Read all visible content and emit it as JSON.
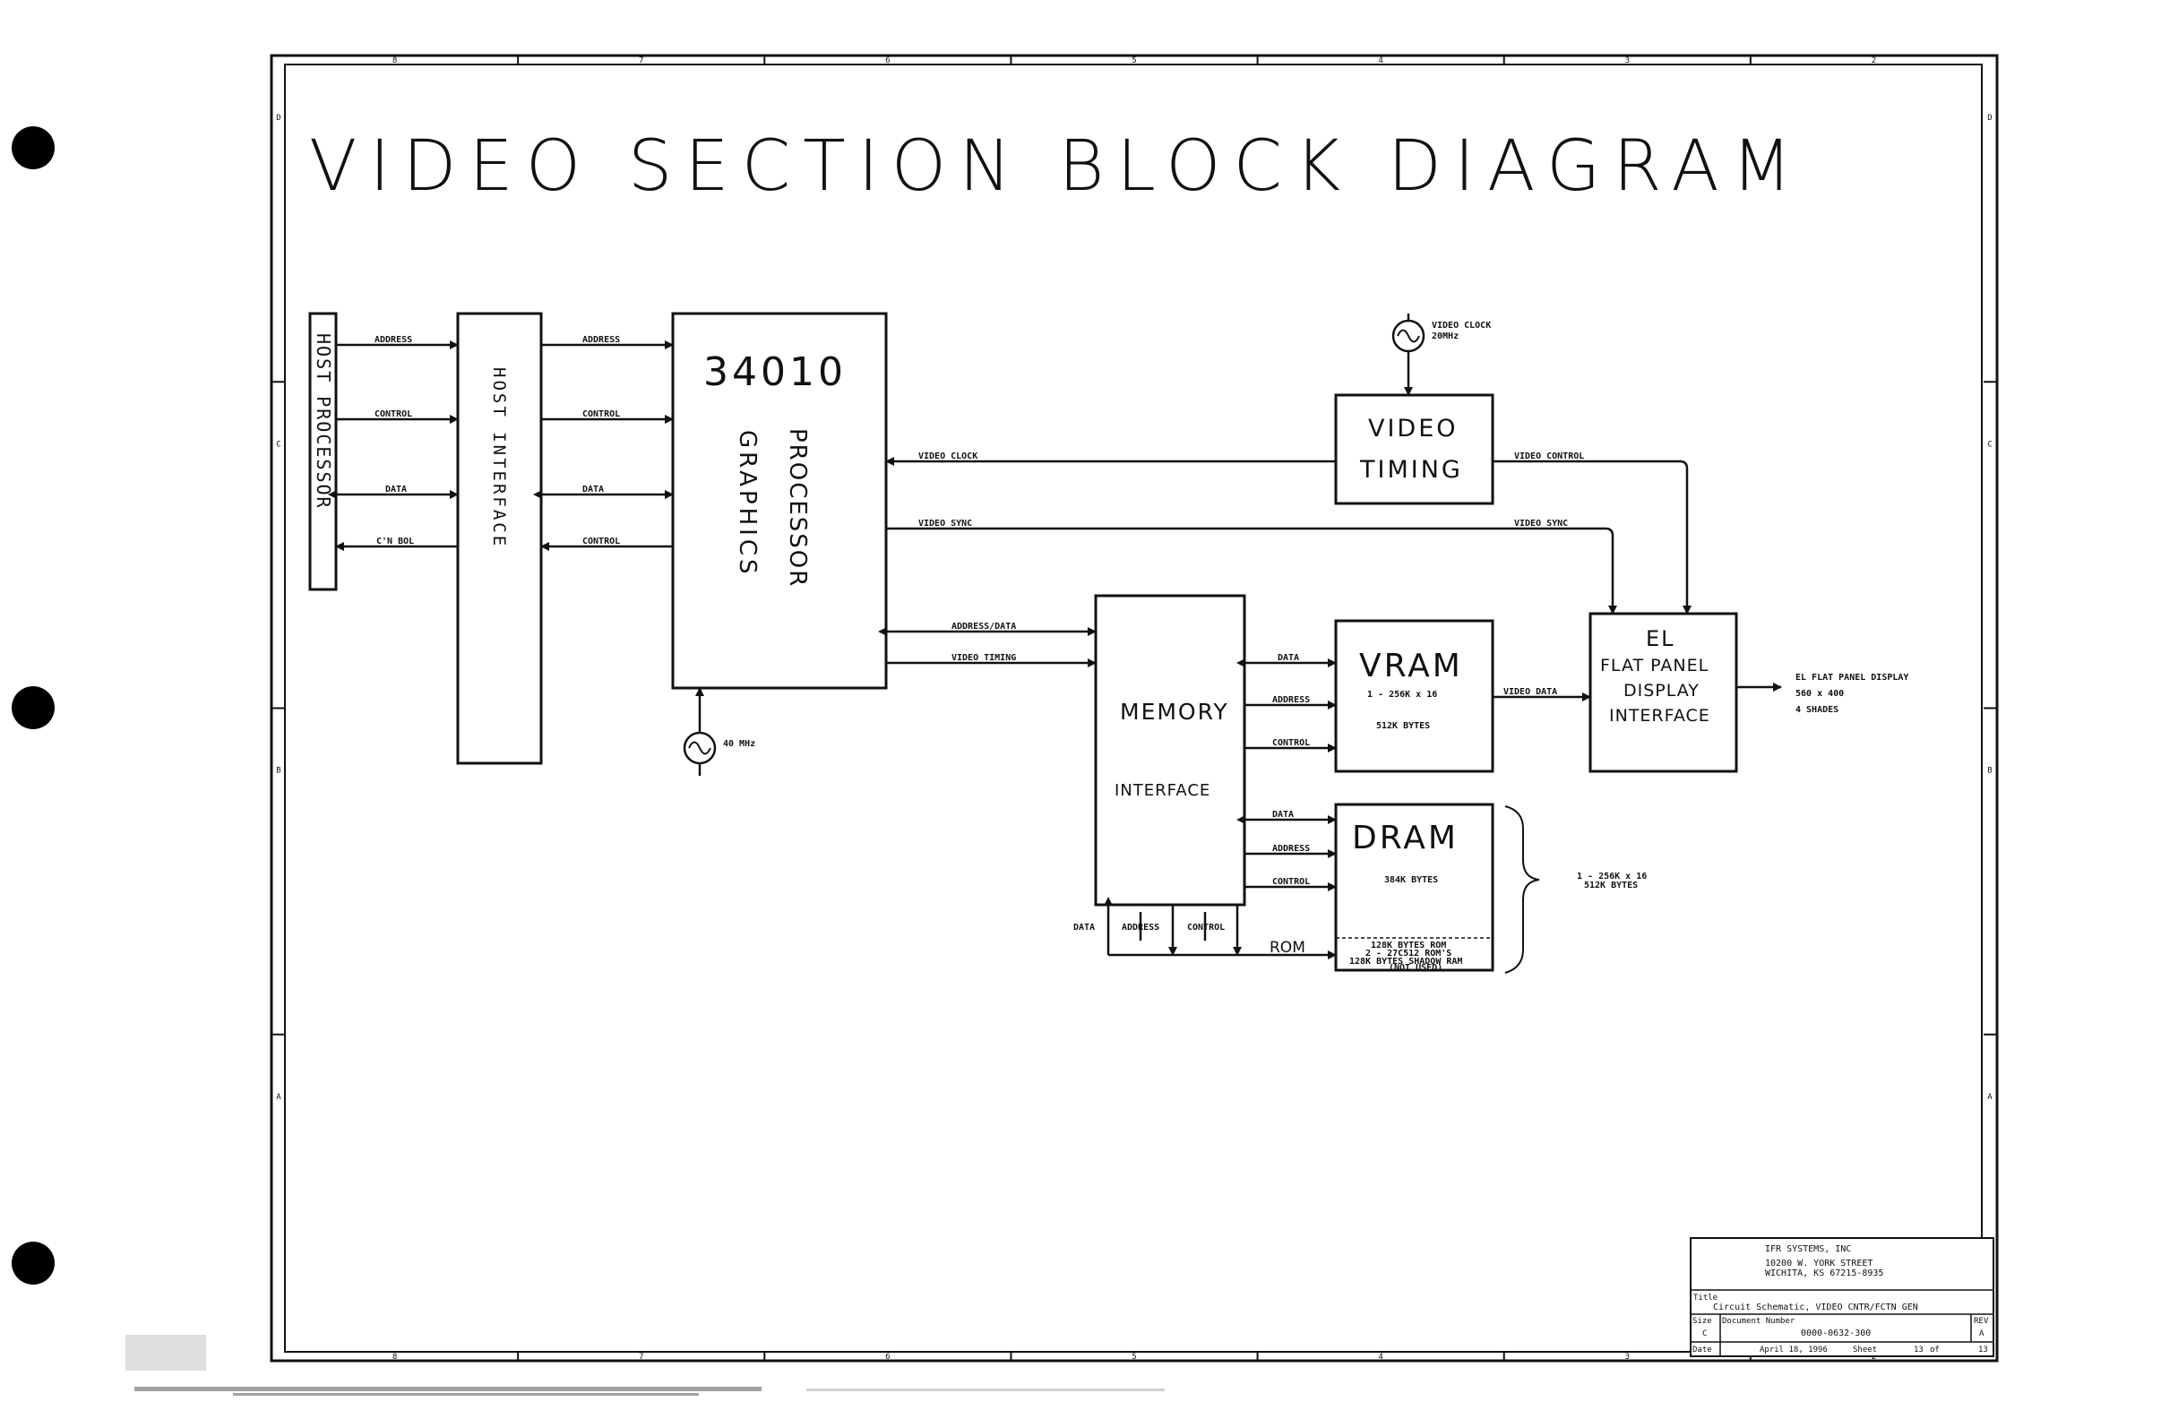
{
  "title": "VIDEO SECTION BLOCK DIAGRAM",
  "frame": {
    "col_markers_top": [
      "8",
      "7",
      "6",
      "5",
      "4",
      "3",
      "2"
    ],
    "col_markers_bottom": [
      "8",
      "7",
      "6",
      "5",
      "4",
      "3",
      "2"
    ],
    "row_markers": [
      "D",
      "C",
      "B",
      "A"
    ]
  },
  "blocks": {
    "host_processor": "HOST PROCESSOR",
    "host_interface": "HOST INTERFACE",
    "gsp_number": "34010",
    "gsp_left": "GRAPHICS",
    "gsp_right": "PROCESSOR",
    "video_timing_1": "VIDEO",
    "video_timing_2": "TIMING",
    "memory_1": "MEMORY",
    "memory_2": "INTERFACE",
    "vram_title": "VRAM",
    "vram_spec": "1 - 256K x 16",
    "vram_bytes": "512K BYTES",
    "dram_title": "DRAM",
    "dram_bytes": "384K BYTES",
    "rom_line1": "128K BYTES ROM",
    "rom_line2": "2 - 27C512 ROM'S",
    "rom_line3": "128K BYTES SHADOW RAM",
    "rom_line4": "(NOT USED)",
    "el_1": "EL",
    "el_2": "FLAT PANEL",
    "el_3": "DISPLAY",
    "el_4": "INTERFACE"
  },
  "signals": {
    "host_address": "ADDRESS",
    "host_control": "CONTROL",
    "host_data": "DATA",
    "host_control2": "C'N BOL",
    "if_address": "ADDRESS",
    "if_control": "CONTROL",
    "if_data": "DATA",
    "if_control2": "CONTROL",
    "video_clock": "VIDEO CLOCK",
    "video_sync": "VIDEO SYNC",
    "video_control": "VIDEO CONTROL",
    "video_sync_right": "VIDEO SYNC",
    "address_data": "ADDRESS/DATA",
    "video_timing": "VIDEO TIMING",
    "vram_data": "DATA",
    "vram_address": "ADDRESS",
    "vram_control": "CONTROL",
    "dram_data": "DATA",
    "dram_address": "ADDRESS",
    "dram_control": "CONTROL",
    "video_data": "VIDEO DATA",
    "rom_bus_data": "DATA",
    "rom_bus_address": "ADDRESS",
    "rom_bus_control": "CONTROL",
    "rom_label": "ROM"
  },
  "clocks": {
    "video_osc_1": "VIDEO CLOCK",
    "video_osc_2": "20MHz",
    "gsp_osc": "40 MHz"
  },
  "notes": {
    "dram_brace_1": "1 - 256K x 16",
    "dram_brace_2": "512K BYTES",
    "output_1": "EL FLAT PANEL DISPLAY",
    "output_2": "560 x 400",
    "output_3": "4 SHADES"
  },
  "title_block": {
    "company": "IFR SYSTEMS, INC",
    "address1": "10200 W. YORK STREET",
    "address2": "WICHITA, KS 67215-8935",
    "title_label": "Title",
    "title_value": "Circuit Schematic, VIDEO CNTR/FCTN GEN",
    "size_label": "Size",
    "size_value": "C",
    "docnum_label": "Document Number",
    "docnum_value": "0000-0632-300",
    "rev_label": "REV",
    "rev_value": "A",
    "date_label": "Date",
    "date_value": "April 18, 1996",
    "sheet_label": "Sheet",
    "sheet_value": "13",
    "of_label": "of",
    "of_value": "13"
  }
}
